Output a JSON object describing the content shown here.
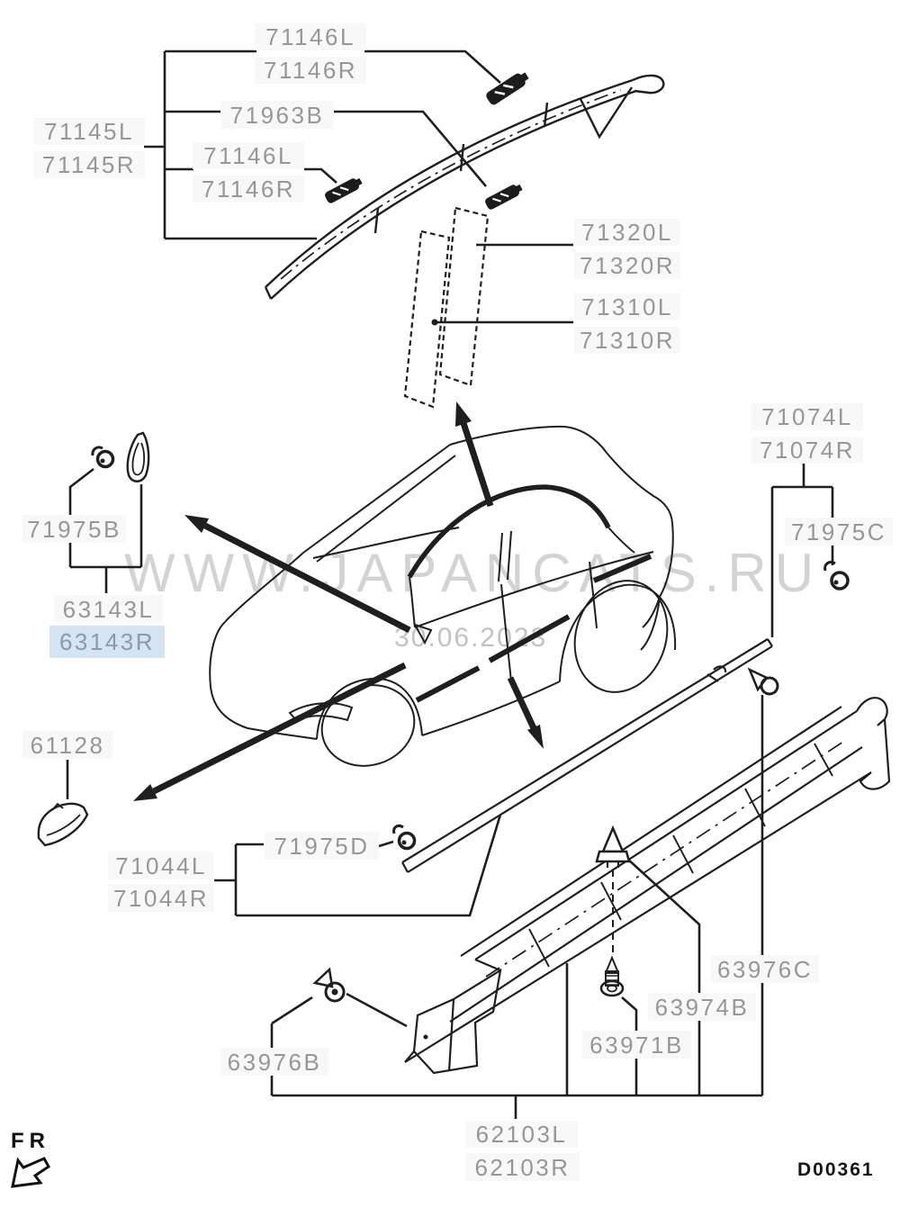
{
  "diagram": {
    "watermark": "WWW.JAPANCATS.RU",
    "date_stamp": "30.06.2023",
    "drawing_code": "D00361",
    "front_marker": "FR",
    "highlighted_part": "63143R",
    "highlight_color": "#d4e4f2",
    "label_text_color": "#95979a",
    "line_color": "#1f1f1f"
  },
  "labels": {
    "p71146L": "71146L",
    "p71146R": "71146R",
    "p71963B": "71963B",
    "p71145L": "71145L",
    "p71145R": "71145R",
    "p71320L": "71320L",
    "p71320R": "71320R",
    "p71310L": "71310L",
    "p71310R": "71310R",
    "p71074L": "71074L",
    "p71074R": "71074R",
    "p71975B": "71975B",
    "p71975C": "71975C",
    "p71975D": "71975D",
    "p63143L": "63143L",
    "p63143R": "63143R",
    "p61128": "61128",
    "p71044L": "71044L",
    "p71044R": "71044R",
    "p63976B": "63976B",
    "p63976C": "63976C",
    "p63974B": "63974B",
    "p63971B": "63971B",
    "p62103L": "62103L",
    "p62103R": "62103R"
  }
}
